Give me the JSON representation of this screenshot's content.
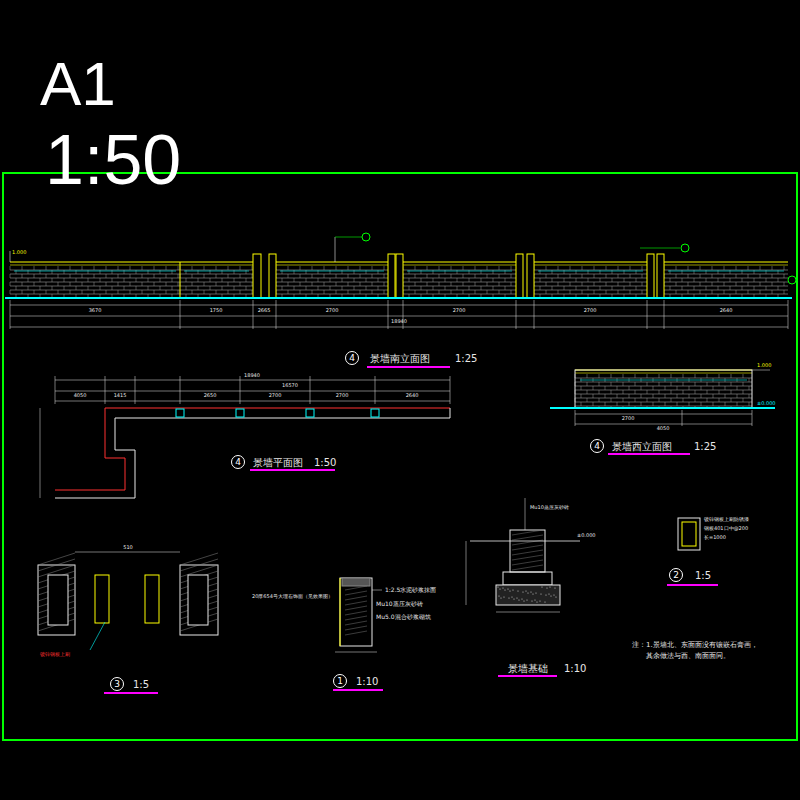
{
  "diagram": {
    "nodes": [
      {
        "text": [
          "4"
        ]
      },
      {
        "text": [
          "4"
        ]
      },
      {
        "text": [
          "4"
        ]
      },
      {
        "text": [
          "3"
        ]
      },
      {
        "text": [
          "1"
        ]
      },
      {
        "text": [
          "2"
        ]
      }
    ],
    "labels": [
      "A1",
      "1:50",
      "景墙南立面图",
      "1:25",
      "景墙平面图",
      "1:50",
      "景墙西立面图",
      "1:25",
      "1:5",
      "1:10",
      "景墙基础",
      "1:10",
      "1:5",
      "注：1.景墙北、东面面没有镶嵌石膏画，",
      "其余做法与西、南面面同。",
      "20厚654号大理石饰面（见效果图）",
      "1:2.5水泥砂浆抹面",
      "Mu10蒸压灰砂砖",
      "Mu5.0混合砂浆砌筑",
      "±0.000",
      "镀锌钢板上刷防锈漆",
      "钢板401口中@200",
      "长=1000",
      "3670",
      "1750",
      "2665",
      "2700",
      "2700",
      "2700",
      "2640",
      "18940",
      "18940",
      "16570",
      "4050",
      "1415",
      "2650",
      "2700",
      "2700",
      "2640",
      "2700",
      "4050",
      "1.000",
      "1.000",
      "±0.000",
      "510",
      "镀锌钢板上刷",
      "Mu10蒸压灰砂砖"
    ]
  }
}
